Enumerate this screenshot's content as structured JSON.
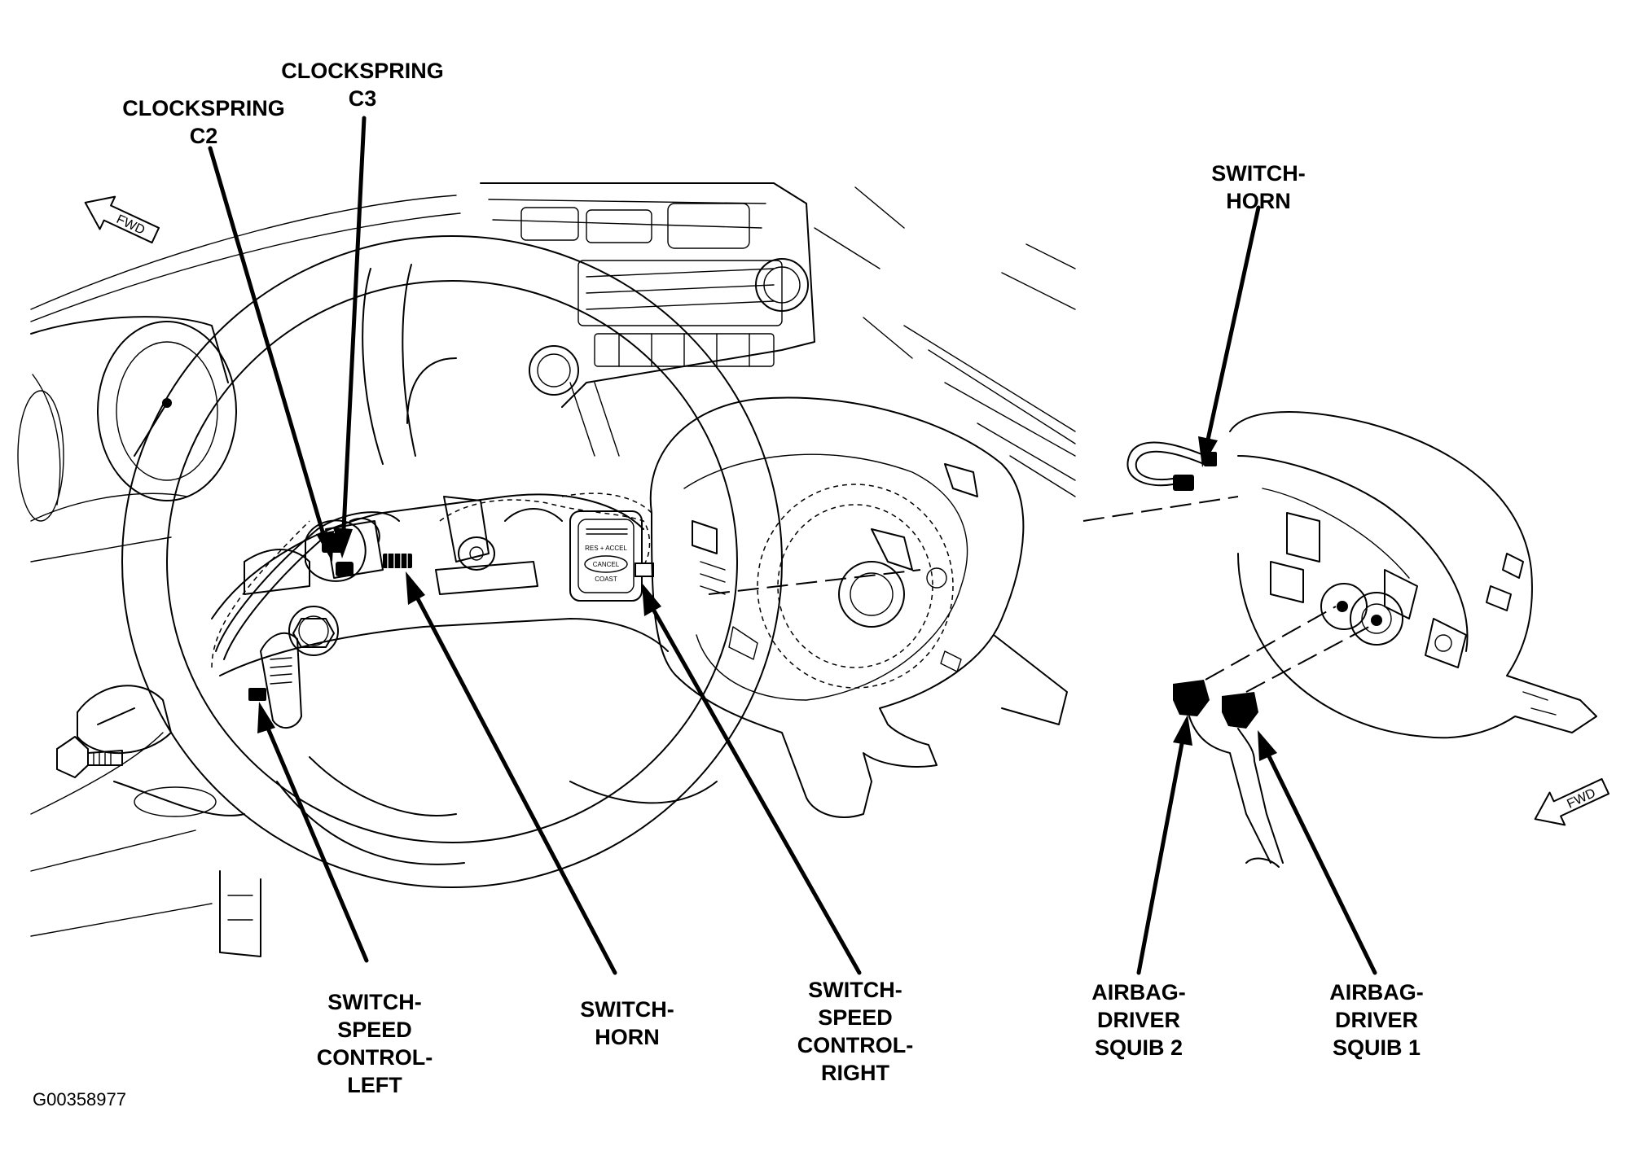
{
  "figure_id": "G00358977",
  "fwd_arrow_text": "FWD",
  "callouts": {
    "clockspring_c3": [
      "CLOCKSPRING",
      "C3"
    ],
    "clockspring_c2": [
      "CLOCKSPRING",
      "C2"
    ],
    "switch_horn_right_panel": [
      "SWITCH-",
      "HORN"
    ],
    "switch_speed_control_left": [
      "SWITCH-",
      "SPEED",
      "CONTROL-",
      "LEFT"
    ],
    "switch_horn": [
      "SWITCH-",
      "HORN"
    ],
    "switch_speed_control_right": [
      "SWITCH-",
      "SPEED",
      "CONTROL-",
      "RIGHT"
    ],
    "airbag_driver_squib_2": [
      "AIRBAG-",
      "DRIVER",
      "SQUIB 2"
    ],
    "airbag_driver_squib_1": [
      "AIRBAG-",
      "DRIVER",
      "SQUIB 1"
    ]
  },
  "switch_labels": {
    "res_accel": "RES + ACCEL",
    "cancel": "CANCEL",
    "coast": "COAST"
  }
}
